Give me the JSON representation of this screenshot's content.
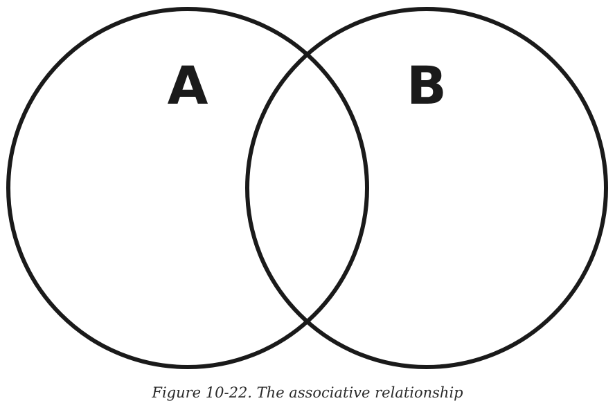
{
  "diagram": {
    "sets": [
      {
        "label": "A"
      },
      {
        "label": "B"
      }
    ]
  },
  "caption": "Figure 10-22. The associative relationship",
  "colors": {
    "stroke": "#1a1a1a",
    "background": "#ffffff"
  }
}
